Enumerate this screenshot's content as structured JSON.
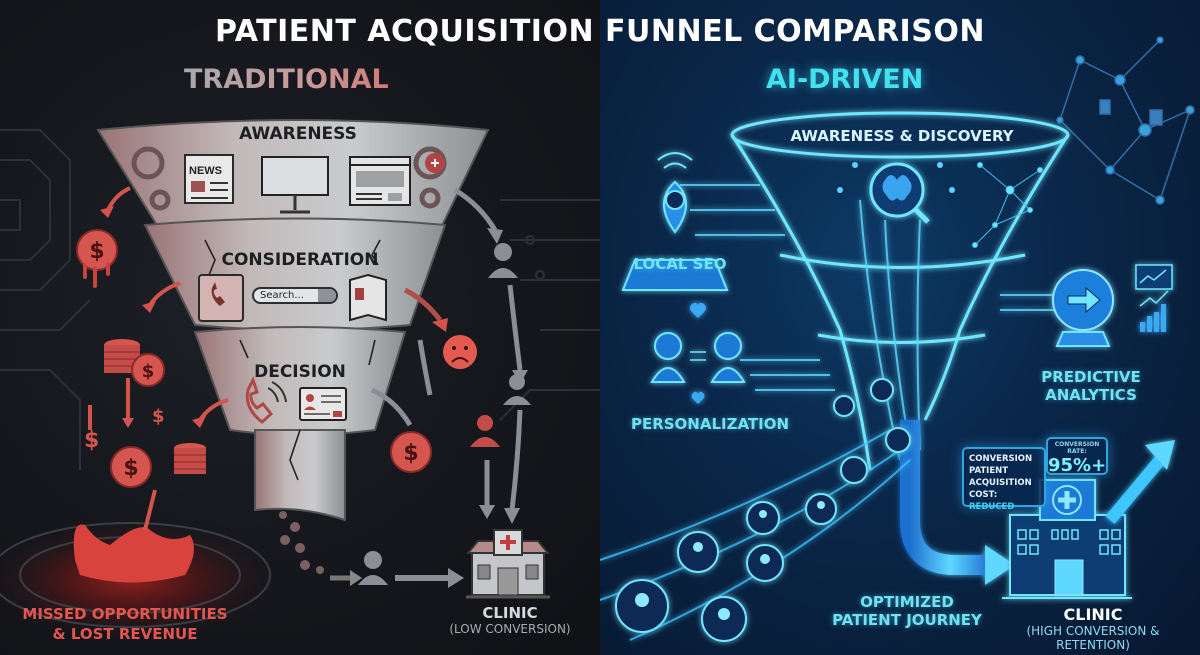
{
  "header": {
    "title": "PATIENT ACQUISITION FUNNEL COMPARISON"
  },
  "traditional": {
    "title": "TRADITIONAL",
    "accent_color": "#e4564f",
    "stages": [
      {
        "label": "AWARENESS",
        "icons": [
          "newspaper-icon",
          "billboard-icon",
          "web-browser-icon"
        ],
        "newspaper_text": "NEWS"
      },
      {
        "label": "CONSIDERATION",
        "icons": [
          "phonebook-icon",
          "search-bar-icon",
          "brochure-icon"
        ],
        "search_placeholder": "Search..."
      },
      {
        "label": "DECISION",
        "icons": [
          "phone-call-icon",
          "id-card-icon"
        ]
      }
    ],
    "loss_label_line1": "MISSED OPPORTUNITIES",
    "loss_label_line2": "& LOST REVENUE",
    "clinic_label": "CLINIC",
    "clinic_sub": "(LOW CONVERSION)"
  },
  "ai_driven": {
    "title": "AI-DRIVEN",
    "accent_color": "#43e0f0",
    "funnel_label": "AWARENESS & DISCOVERY",
    "features": [
      {
        "label": "LOCAL SEO",
        "icon": "map-pin-icon"
      },
      {
        "label": "PERSONALIZATION",
        "icon": "personalization-icon"
      },
      {
        "label": "PREDICTIVE",
        "label2": "ANALYTICS",
        "icon": "crystal-ball-icon"
      }
    ],
    "stats": {
      "line1": "CONVERSION",
      "line2": "PATIENT",
      "line3": "ACQUISITION",
      "line4_prefix": "COST: ",
      "line4_value": "REDUCED",
      "rate_caption": "CONVERSION RATE:",
      "rate_value": "95%+"
    },
    "journey_label_line1": "OPTIMIZED",
    "journey_label_line2": "PATIENT JOURNEY",
    "clinic_label": "CLINIC",
    "clinic_sub": "(HIGH CONVERSION & RETENTION)"
  }
}
